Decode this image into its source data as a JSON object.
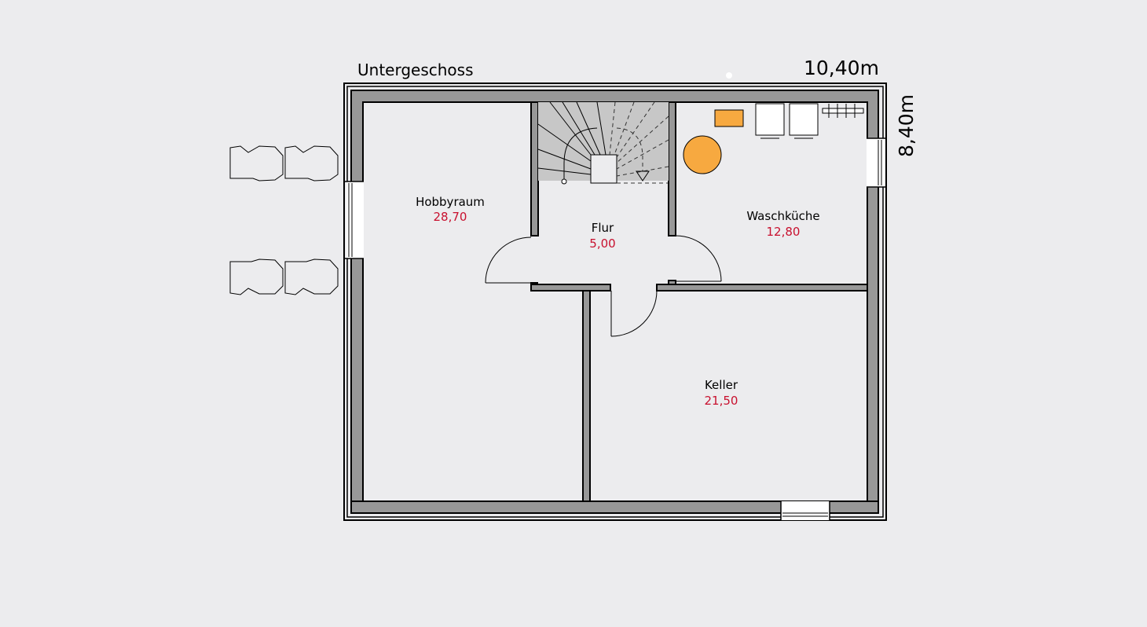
{
  "plan": {
    "title": "Untergeschoss",
    "width_label": "10,40m",
    "depth_label": "8,40m"
  },
  "rooms": [
    {
      "name": "Hobbyraum",
      "area": "28,70"
    },
    {
      "name": "Flur",
      "area": "5,00"
    },
    {
      "name": "Waschküche",
      "area": "12,80"
    },
    {
      "name": "Keller",
      "area": "21,50"
    }
  ],
  "colors": {
    "background": "#ececee",
    "wall": "#989898",
    "area_text": "#c8102e",
    "appliance": "#f7a940",
    "stairs": "#c7c7c7"
  }
}
